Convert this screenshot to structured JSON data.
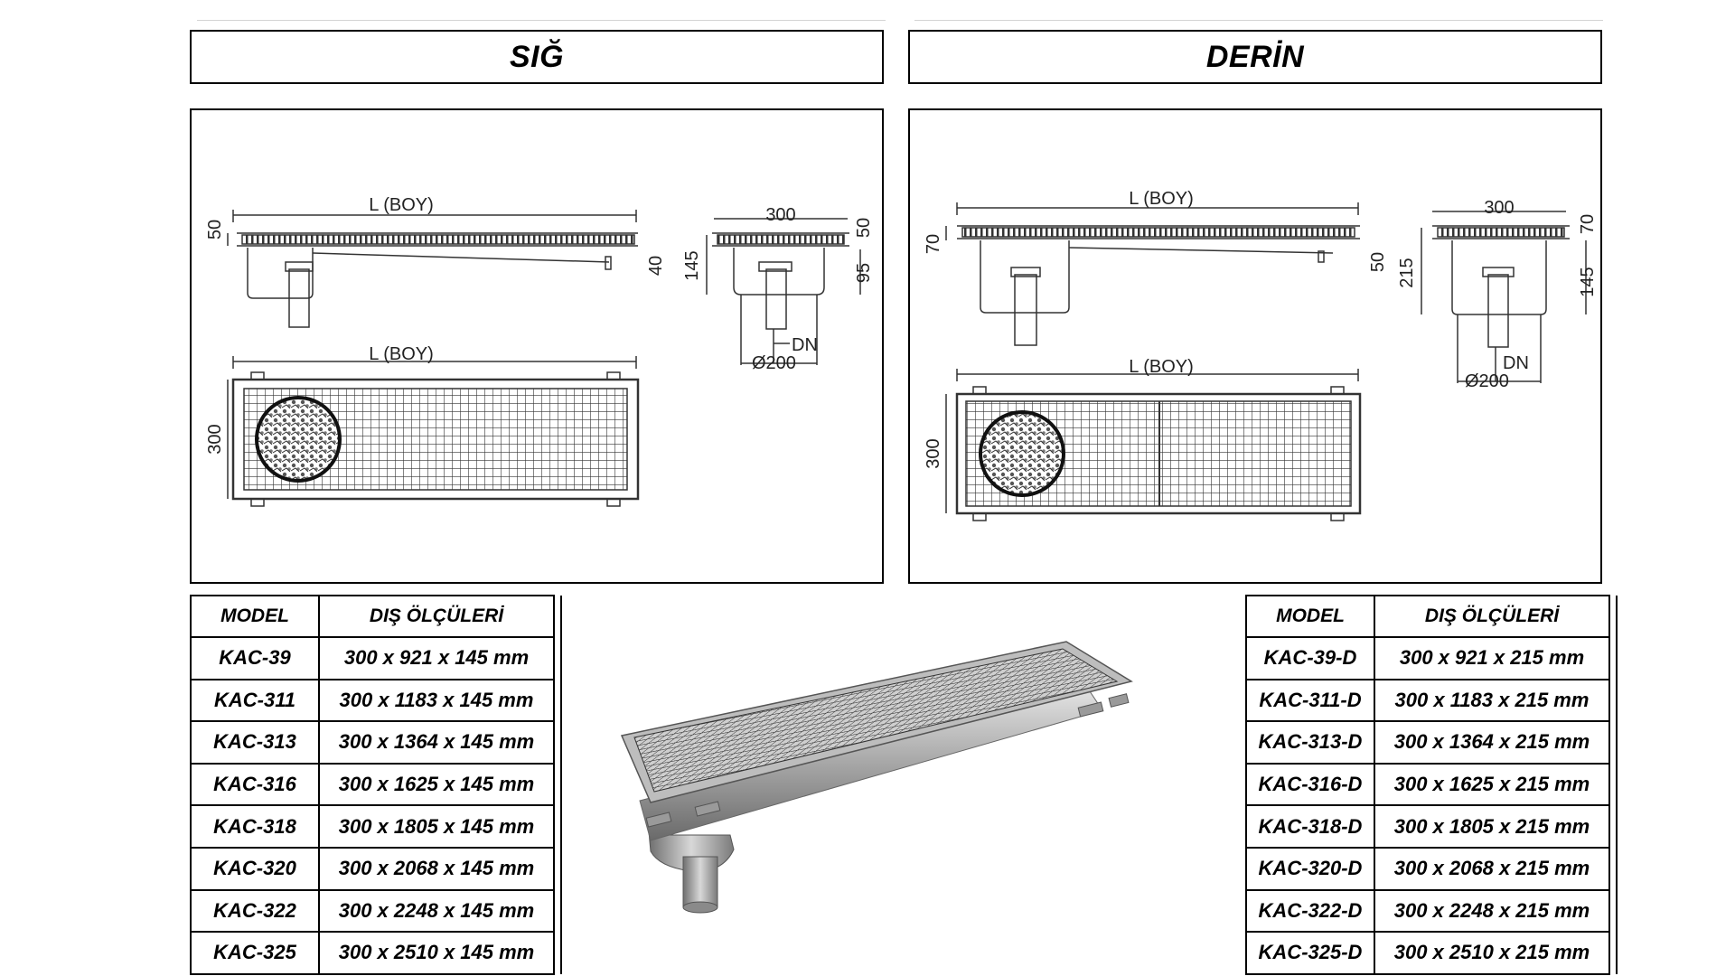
{
  "sections": {
    "left": {
      "title": "SIĞ"
    },
    "right": {
      "title": "DERİN"
    }
  },
  "drawings": {
    "shallow": {
      "side_label": "L (BOY)",
      "plan_label": "L (BOY)",
      "left_height": "50",
      "outlet_offset": "40",
      "end_width": "300",
      "end_total": "145",
      "end_top": "50",
      "end_lower": "95",
      "dn": "DN",
      "diameter": "Ø200",
      "plan_width": "300"
    },
    "deep": {
      "side_label": "L (BOY)",
      "plan_label": "L (BOY)",
      "left_height": "70",
      "outlet_offset": "50",
      "end_width": "300",
      "end_total": "215",
      "end_top": "70",
      "end_lower": "145",
      "dn": "DN",
      "diameter": "Ø200",
      "plan_width": "300"
    }
  },
  "tables": {
    "left": {
      "headers": {
        "model": "MODEL",
        "dims": "DIŞ ÖLÇÜLERİ"
      },
      "rows": [
        {
          "model": "KAC-39",
          "dims": "300 x 921 x 145 mm"
        },
        {
          "model": "KAC-311",
          "dims": "300 x 1183 x 145 mm"
        },
        {
          "model": "KAC-313",
          "dims": "300 x 1364 x 145 mm"
        },
        {
          "model": "KAC-316",
          "dims": "300 x 1625 x 145 mm"
        },
        {
          "model": "KAC-318",
          "dims": "300 x 1805 x 145 mm"
        },
        {
          "model": "KAC-320",
          "dims": "300 x 2068 x 145 mm"
        },
        {
          "model": "KAC-322",
          "dims": "300 x 2248 x 145 mm"
        },
        {
          "model": "KAC-325",
          "dims": "300 x 2510 x 145 mm"
        }
      ]
    },
    "right": {
      "headers": {
        "model": "MODEL",
        "dims": "DIŞ ÖLÇÜLERİ"
      },
      "rows": [
        {
          "model": "KAC-39-D",
          "dims": "300 x 921 x 215 mm"
        },
        {
          "model": "KAC-311-D",
          "dims": "300 x 1183 x 215 mm"
        },
        {
          "model": "KAC-313-D",
          "dims": "300 x 1364 x 215 mm"
        },
        {
          "model": "KAC-316-D",
          "dims": "300 x 1625 x 215 mm"
        },
        {
          "model": "KAC-318-D",
          "dims": "300 x 1805 x 215 mm"
        },
        {
          "model": "KAC-320-D",
          "dims": "300 x 2068 x 215 mm"
        },
        {
          "model": "KAC-322-D",
          "dims": "300 x 2248 x 215 mm"
        },
        {
          "model": "KAC-325-D",
          "dims": "300 x 2510 x 215 mm"
        }
      ]
    }
  }
}
